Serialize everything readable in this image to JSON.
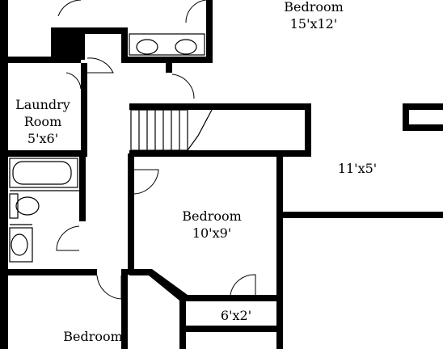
{
  "rooms": {
    "bedroom_top": {
      "name": "Bedroom",
      "size": "15'x12'"
    },
    "laundry": {
      "name_line1": "Laundry",
      "name_line2": "Room",
      "size": "5'x6'"
    },
    "area_right": {
      "size": "11'x5'"
    },
    "bedroom_center": {
      "name": "Bedroom",
      "size": "10'x9'"
    },
    "closet": {
      "size": "6'x2'"
    },
    "bedroom_bottom": {
      "name": "Bedroom"
    }
  }
}
